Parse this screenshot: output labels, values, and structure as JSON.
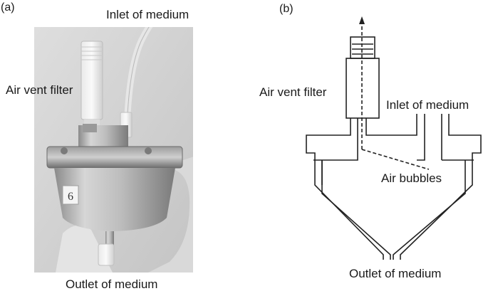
{
  "panels": {
    "a_tag": "(a)",
    "b_tag": "(b)"
  },
  "photo": {
    "label_inlet": "Inlet of medium",
    "label_air_vent": "Air vent filter",
    "label_outlet": "Outlet of medium",
    "unit_number": "6"
  },
  "schematic": {
    "label_air_vent": "Air vent filter",
    "label_inlet": "Inlet of medium",
    "label_air_bubbles": "Air bubbles",
    "label_outlet": "Outlet of medium"
  }
}
